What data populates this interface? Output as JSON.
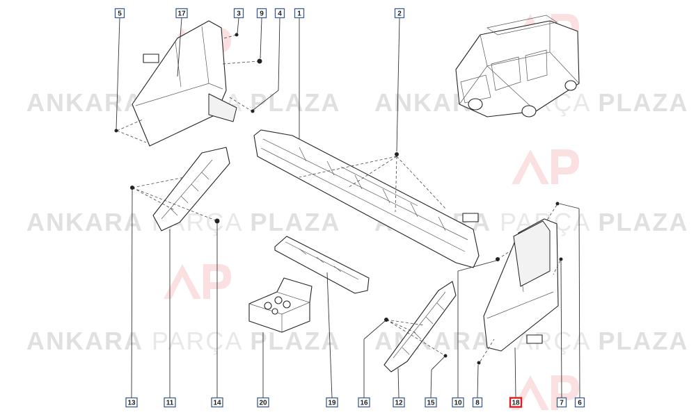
{
  "watermark": {
    "text_bold_1": "ANKARA",
    "text_light": "PARÇA",
    "text_bold_2": "PLAZA",
    "logo_letters": "AP"
  },
  "colors": {
    "callout_border": "#3a5f8a",
    "callout_highlight": "#e11b22",
    "watermark": "#c8c8c8",
    "logo": "#e11b22"
  },
  "callouts": [
    {
      "id": "c5",
      "label": "5"
    },
    {
      "id": "c17",
      "label": "17"
    },
    {
      "id": "c3",
      "label": "3"
    },
    {
      "id": "c9",
      "label": "9"
    },
    {
      "id": "c4",
      "label": "4"
    },
    {
      "id": "c1",
      "label": "1"
    },
    {
      "id": "c2",
      "label": "2"
    },
    {
      "id": "c13",
      "label": "13"
    },
    {
      "id": "c11",
      "label": "11"
    },
    {
      "id": "c14",
      "label": "14"
    },
    {
      "id": "c20",
      "label": "20"
    },
    {
      "id": "c19",
      "label": "19"
    },
    {
      "id": "c16",
      "label": "16"
    },
    {
      "id": "c12",
      "label": "12"
    },
    {
      "id": "c15",
      "label": "15"
    },
    {
      "id": "c10",
      "label": "10"
    },
    {
      "id": "c8",
      "label": "8"
    },
    {
      "id": "c18",
      "label": "18",
      "highlighted": true
    },
    {
      "id": "c7",
      "label": "7"
    },
    {
      "id": "c6",
      "label": "6"
    }
  ]
}
